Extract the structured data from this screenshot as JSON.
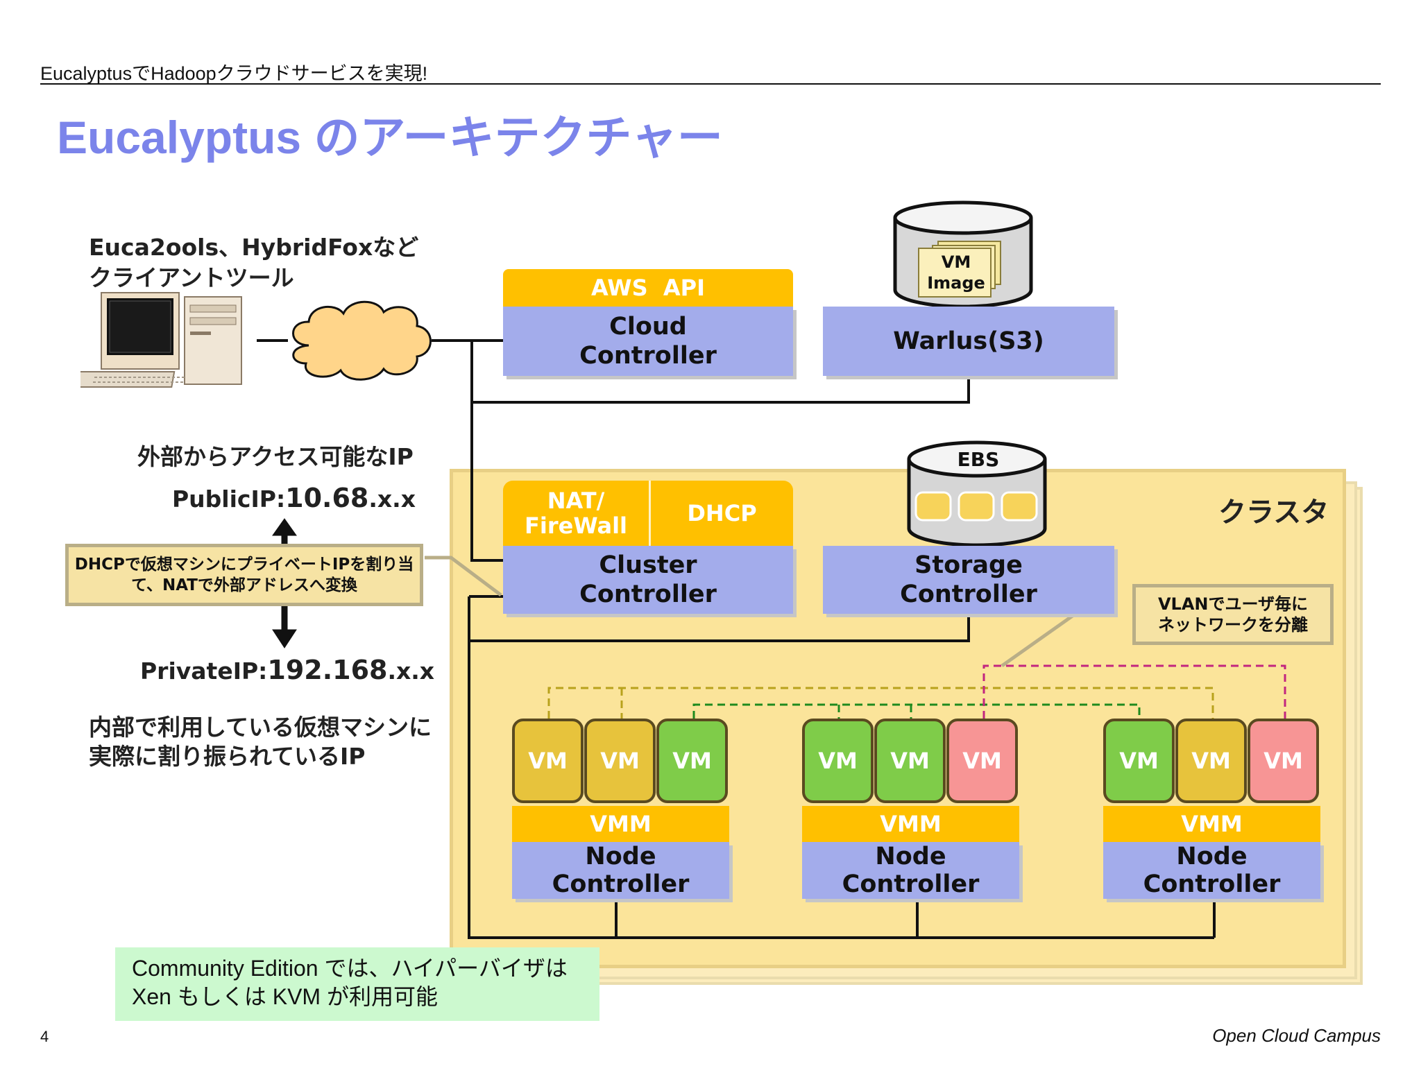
{
  "header": {
    "title": "EucalyptusでHadoopクラウドサービスを実現!",
    "slide_title": "Eucalyptus のアーキテクチャー"
  },
  "client": {
    "label_line1": "Euca2ools、HybridFoxなど",
    "label_line2": "クライアントツール"
  },
  "cloud_controller": {
    "api_label": "AWS  API",
    "label_line1": "Cloud",
    "label_line2": "Controller"
  },
  "walrus": {
    "disk_label_line1": "VM",
    "disk_label_line2": "Image",
    "label": "Warlus(S3)"
  },
  "ip_info": {
    "external_heading": "外部からアクセス可能なIP",
    "public_ip_label": "PublicIP:",
    "public_ip_value": "10.68",
    "public_ip_suffix": ".x.x",
    "dhcp_note_line1": "DHCPで仮想マシンにプライベートIPを割り当",
    "dhcp_note_line2": "て、NATで外部アドレスへ変換",
    "private_ip_label": "PrivateIP:",
    "private_ip_value": "192.168",
    "private_ip_suffix": ".x.x",
    "internal_line1": "内部で利用している仮想マシンに",
    "internal_line2": "実際に割り振られているIP"
  },
  "cluster": {
    "label": "クラスタ",
    "nat_line1": "NAT/",
    "nat_line2": "FireWall",
    "dhcp": "DHCP",
    "cc_line1": "Cluster",
    "cc_line2": "Controller",
    "ebs_label": "EBS",
    "sc_line1": "Storage",
    "sc_line2": "Controller",
    "vlan_note_line1": "VLANでユーザ毎に",
    "vlan_note_line2": "ネットワークを分離",
    "nodes": [
      {
        "vms": [
          {
            "label": "VM",
            "color": "yellow"
          },
          {
            "label": "VM",
            "color": "yellow"
          },
          {
            "label": "VM",
            "color": "green"
          }
        ],
        "vmm": "VMM",
        "nc_line1": "Node",
        "nc_line2": "Controller"
      },
      {
        "vms": [
          {
            "label": "VM",
            "color": "green"
          },
          {
            "label": "VM",
            "color": "green"
          },
          {
            "label": "VM",
            "color": "pink"
          }
        ],
        "vmm": "VMM",
        "nc_line1": "Node",
        "nc_line2": "Controller"
      },
      {
        "vms": [
          {
            "label": "VM",
            "color": "green"
          },
          {
            "label": "VM",
            "color": "yellow"
          },
          {
            "label": "VM",
            "color": "pink"
          }
        ],
        "vmm": "VMM",
        "nc_line1": "Node",
        "nc_line2": "Controller"
      }
    ]
  },
  "community_note": {
    "line1": "Community Edition では、ハイパーバイザは",
    "line2": "Xen もしくは KVM が利用可能"
  },
  "footer": {
    "page_number": "4",
    "brand": "Open Cloud Campus"
  },
  "colors": {
    "title": "#7b84ea",
    "controller_box": "#a3aceb",
    "amber": "#ffc000",
    "cluster_bg": "#fbe49a",
    "vm_yellow": "#e7c33c",
    "vm_green": "#7fcc49",
    "vm_pink": "#f79595",
    "vlan_olive": "#b8a21c",
    "vlan_green": "#1e8a1e",
    "vlan_magenta": "#c2257f",
    "community_note_bg": "#ccf9cf"
  }
}
